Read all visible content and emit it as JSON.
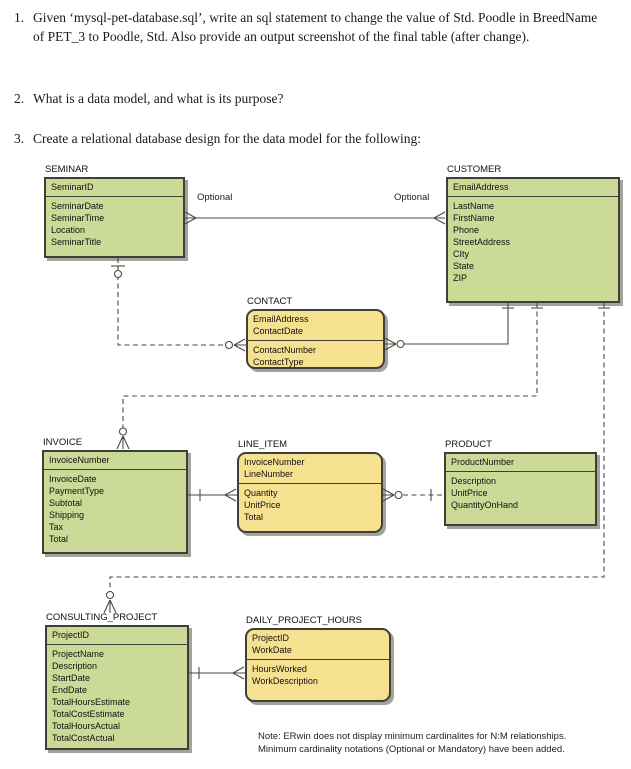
{
  "questions": [
    {
      "num": "1.",
      "text": "Given ‘mysql-pet-database.sql’, write an sql statement to change the value of Std. Poodle in BreedName of PET_3 to Poodle, Std. Also provide an output screenshot of the final table (after change)."
    },
    {
      "num": "2.",
      "text": "What is a data model, and what is its purpose?"
    },
    {
      "num": "3.",
      "text": "Create a relational database design for the data model for the following:"
    }
  ],
  "diagram": {
    "entities": [
      {
        "id": "seminar",
        "name": "SEMINAR",
        "kind": "independent",
        "keys": [
          "SeminarID"
        ],
        "attributes": [
          "SeminarDate",
          "SeminarTime",
          "Location",
          "SeminarTitle"
        ]
      },
      {
        "id": "customer",
        "name": "CUSTOMER",
        "kind": "independent",
        "keys": [
          "EmailAddress"
        ],
        "attributes": [
          "LastName",
          "FirstName",
          "Phone",
          "StreetAddress",
          "CIty",
          "State",
          "ZIP"
        ]
      },
      {
        "id": "contact",
        "name": "CONTACT",
        "kind": "dependent",
        "keys": [
          "EmailAddress",
          "ContactDate"
        ],
        "attributes": [
          "ContactNumber",
          "ContactType"
        ]
      },
      {
        "id": "invoice",
        "name": "INVOICE",
        "kind": "independent",
        "keys": [
          "InvoiceNumber"
        ],
        "attributes": [
          "InvoiceDate",
          "PaymentType",
          "Subtotal",
          "Shipping",
          "Tax",
          "Total"
        ]
      },
      {
        "id": "line_item",
        "name": "LINE_ITEM",
        "kind": "dependent",
        "keys": [
          "InvoiceNumber",
          "LineNumber"
        ],
        "attributes": [
          "Quantity",
          "UnitPrice",
          "Total"
        ]
      },
      {
        "id": "product",
        "name": "PRODUCT",
        "kind": "independent",
        "keys": [
          "ProductNumber"
        ],
        "attributes": [
          "Description",
          "UnitPrice",
          "QuantityOnHand"
        ]
      },
      {
        "id": "consulting_project",
        "name": "CONSULTING_PROJECT",
        "kind": "independent",
        "keys": [
          "ProjectID"
        ],
        "attributes": [
          "ProjectName",
          "Description",
          "StartDate",
          "EndDate",
          "TotalHoursEstimate",
          "TotalCostEstimate",
          "TotalHoursActual",
          "TotalCostActual"
        ]
      },
      {
        "id": "daily_project_hours",
        "name": "DAILY_PROJECT_HOURS",
        "kind": "dependent",
        "keys": [
          "ProjectID",
          "WorkDate"
        ],
        "attributes": [
          "HoursWorked",
          "WorkDescription"
        ]
      }
    ],
    "optional_labels": [
      "Optional",
      "Optional"
    ],
    "note_lines": [
      "Note: ERwin does not display minimum cardinalites for N:M relationships.",
      "Minimum cardinality notations (Optional or Mandatory) have been added."
    ],
    "colors": {
      "independent_fill": "#cbda97",
      "dependent_fill": "#f6e190",
      "entity_border": "#3f3f37",
      "shadow": "#a3a39b",
      "line": "#4a4a45"
    }
  }
}
